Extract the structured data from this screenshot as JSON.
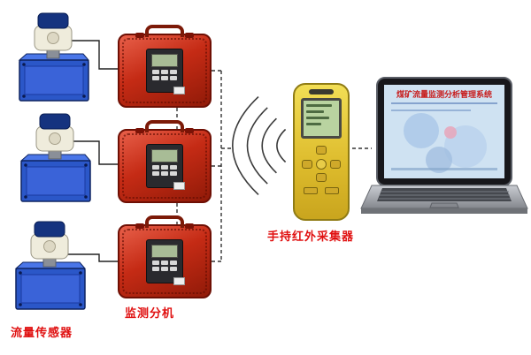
{
  "labels": {
    "flow_sensor": "流量传感器",
    "monitor_unit": "监测分机",
    "handheld_collector": "手持红外采集器"
  },
  "laptop": {
    "screen_title": "煤矿流量监测分析管理系统"
  },
  "components": {
    "flow_sensor_count": 3,
    "monitor_unit_count": 3,
    "wireless_icon": "radio-waves"
  },
  "colors": {
    "label_red": "#e01010",
    "case_red": "#c52b15",
    "tank_blue": "#2b57c8",
    "handheld_yellow": "#e6c93e",
    "lcd_green": "#b9d3a0",
    "laptop_screen_blue": "#cfe2f2"
  }
}
